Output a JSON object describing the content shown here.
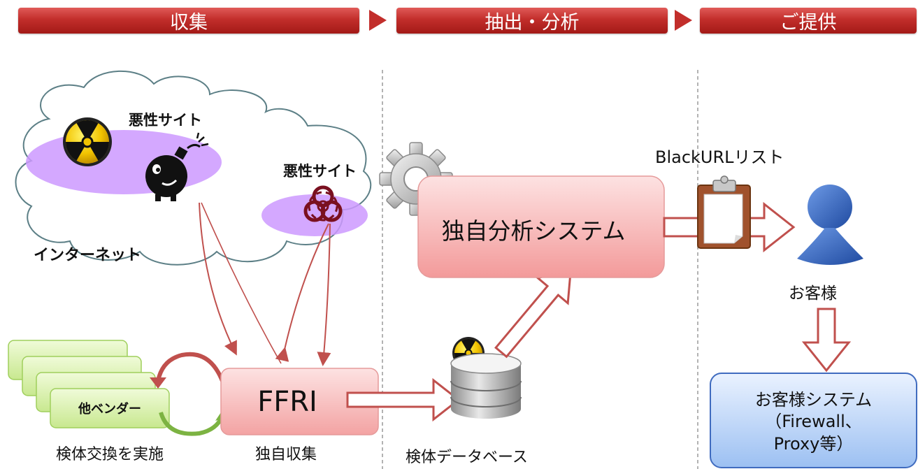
{
  "header": {
    "stage1": "収集",
    "stage2": "抽出・分析",
    "stage3": "ご提供"
  },
  "internet": {
    "malicious_site_1": "悪性サイト",
    "malicious_site_2": "悪性サイト",
    "label": "インターネット"
  },
  "collection": {
    "vendor_label": "他ベンダー",
    "exchange_caption": "検体交換を実施",
    "ffri_label": "FFRI",
    "own_collection_caption": "独自収集"
  },
  "analysis": {
    "system_label": "独自分析システム",
    "database_caption": "検体データベース"
  },
  "delivery": {
    "blacklist_label": "BlackURLリスト",
    "customer_label": "お客様",
    "customer_system_line1": "お客様システム",
    "customer_system_line2": "（Firewall、",
    "customer_system_line3": "Proxy等）"
  },
  "colors": {
    "header_red": "#c22e2b",
    "arrow_red": "#c0504d",
    "analysis_box": "#f7b3b3",
    "vendor_green": "#d7f0a8",
    "customer_blue": "#3f6bbf",
    "site_purple": "#cc99ff"
  }
}
